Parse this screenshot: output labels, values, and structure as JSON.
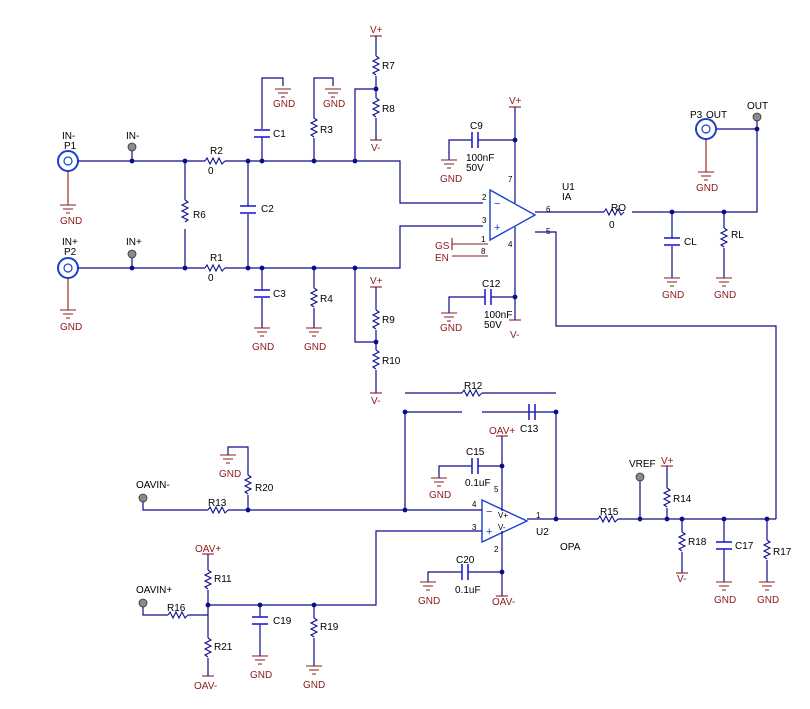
{
  "labels": {
    "p1": "P1",
    "p2": "P2",
    "p3": "P3",
    "in_minus_port": "IN-",
    "in_plus_port": "IN+",
    "in_minus": "IN-",
    "in_plus": "IN+",
    "out_port": "OUT",
    "out": "OUT",
    "gnd": "GND",
    "vplus": "V+",
    "vminus": "V-",
    "oav_plus": "OAV+",
    "oav_minus": "OAV-",
    "gs": "GS",
    "en": "EN",
    "vref": "VREF",
    "oavin_minus": "OAVIN-",
    "oavin_plus": "OAVIN+",
    "u1": "U1",
    "ia": "IA",
    "u2": "U2",
    "opa": "OPA"
  },
  "components": {
    "R1": "R1",
    "R1_val": "0",
    "R2": "R2",
    "R2_val": "0",
    "R3": "R3",
    "R4": "R4",
    "R6": "R6",
    "R7": "R7",
    "R8": "R8",
    "R9": "R9",
    "R10": "R10",
    "R11": "R11",
    "R12": "R12",
    "R13": "R13",
    "R14": "R14",
    "R15": "R15",
    "R16": "R16",
    "R17": "R17",
    "R18": "R18",
    "R19": "R19",
    "R20": "R20",
    "R21": "R21",
    "RO": "RO",
    "RO_val": "0",
    "RL": "RL",
    "C1": "C1",
    "C2": "C2",
    "C3": "C3",
    "C9": "C9",
    "C9_val1": "100nF",
    "C9_val2": "50V",
    "C12": "C12",
    "C12_val1": "100nF",
    "C12_val2": "50V",
    "C13": "C13",
    "C15": "C15",
    "C15_val": "0.1uF",
    "C17": "C17",
    "C19": "C19",
    "C20": "C20",
    "C20_val": "0.1uF",
    "CL": "CL"
  },
  "pins": {
    "u1_p1": "1",
    "u1_p2": "2",
    "u1_p3": "3",
    "u1_p4": "4",
    "u1_p5": "5",
    "u1_p6": "6",
    "u1_p7": "7",
    "u1_p8": "8",
    "u2_p1": "1",
    "u2_p2": "2",
    "u2_p3": "3",
    "u2_p4": "4",
    "u2_p5": "5",
    "minus": "−",
    "plus": "+",
    "vpos": "V+",
    "vneg": "V-"
  },
  "colors": {
    "wire": "#0d0d8c",
    "power_ground": "#8b1a1a",
    "amplifier": "#1a3fd0",
    "probe": "#8a8a8a"
  }
}
